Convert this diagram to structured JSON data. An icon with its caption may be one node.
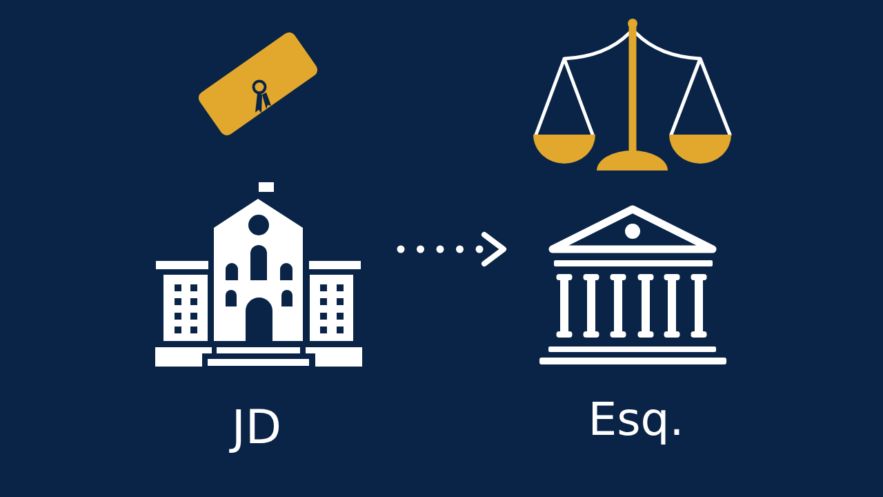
{
  "diagram": {
    "nodes": [
      {
        "text": [
          "JD"
        ]
      },
      {
        "text": [
          "Esq."
        ]
      }
    ],
    "edges": [
      {
        "from": 0,
        "to": 1,
        "arrow": "to",
        "style": "dashed"
      }
    ]
  }
}
